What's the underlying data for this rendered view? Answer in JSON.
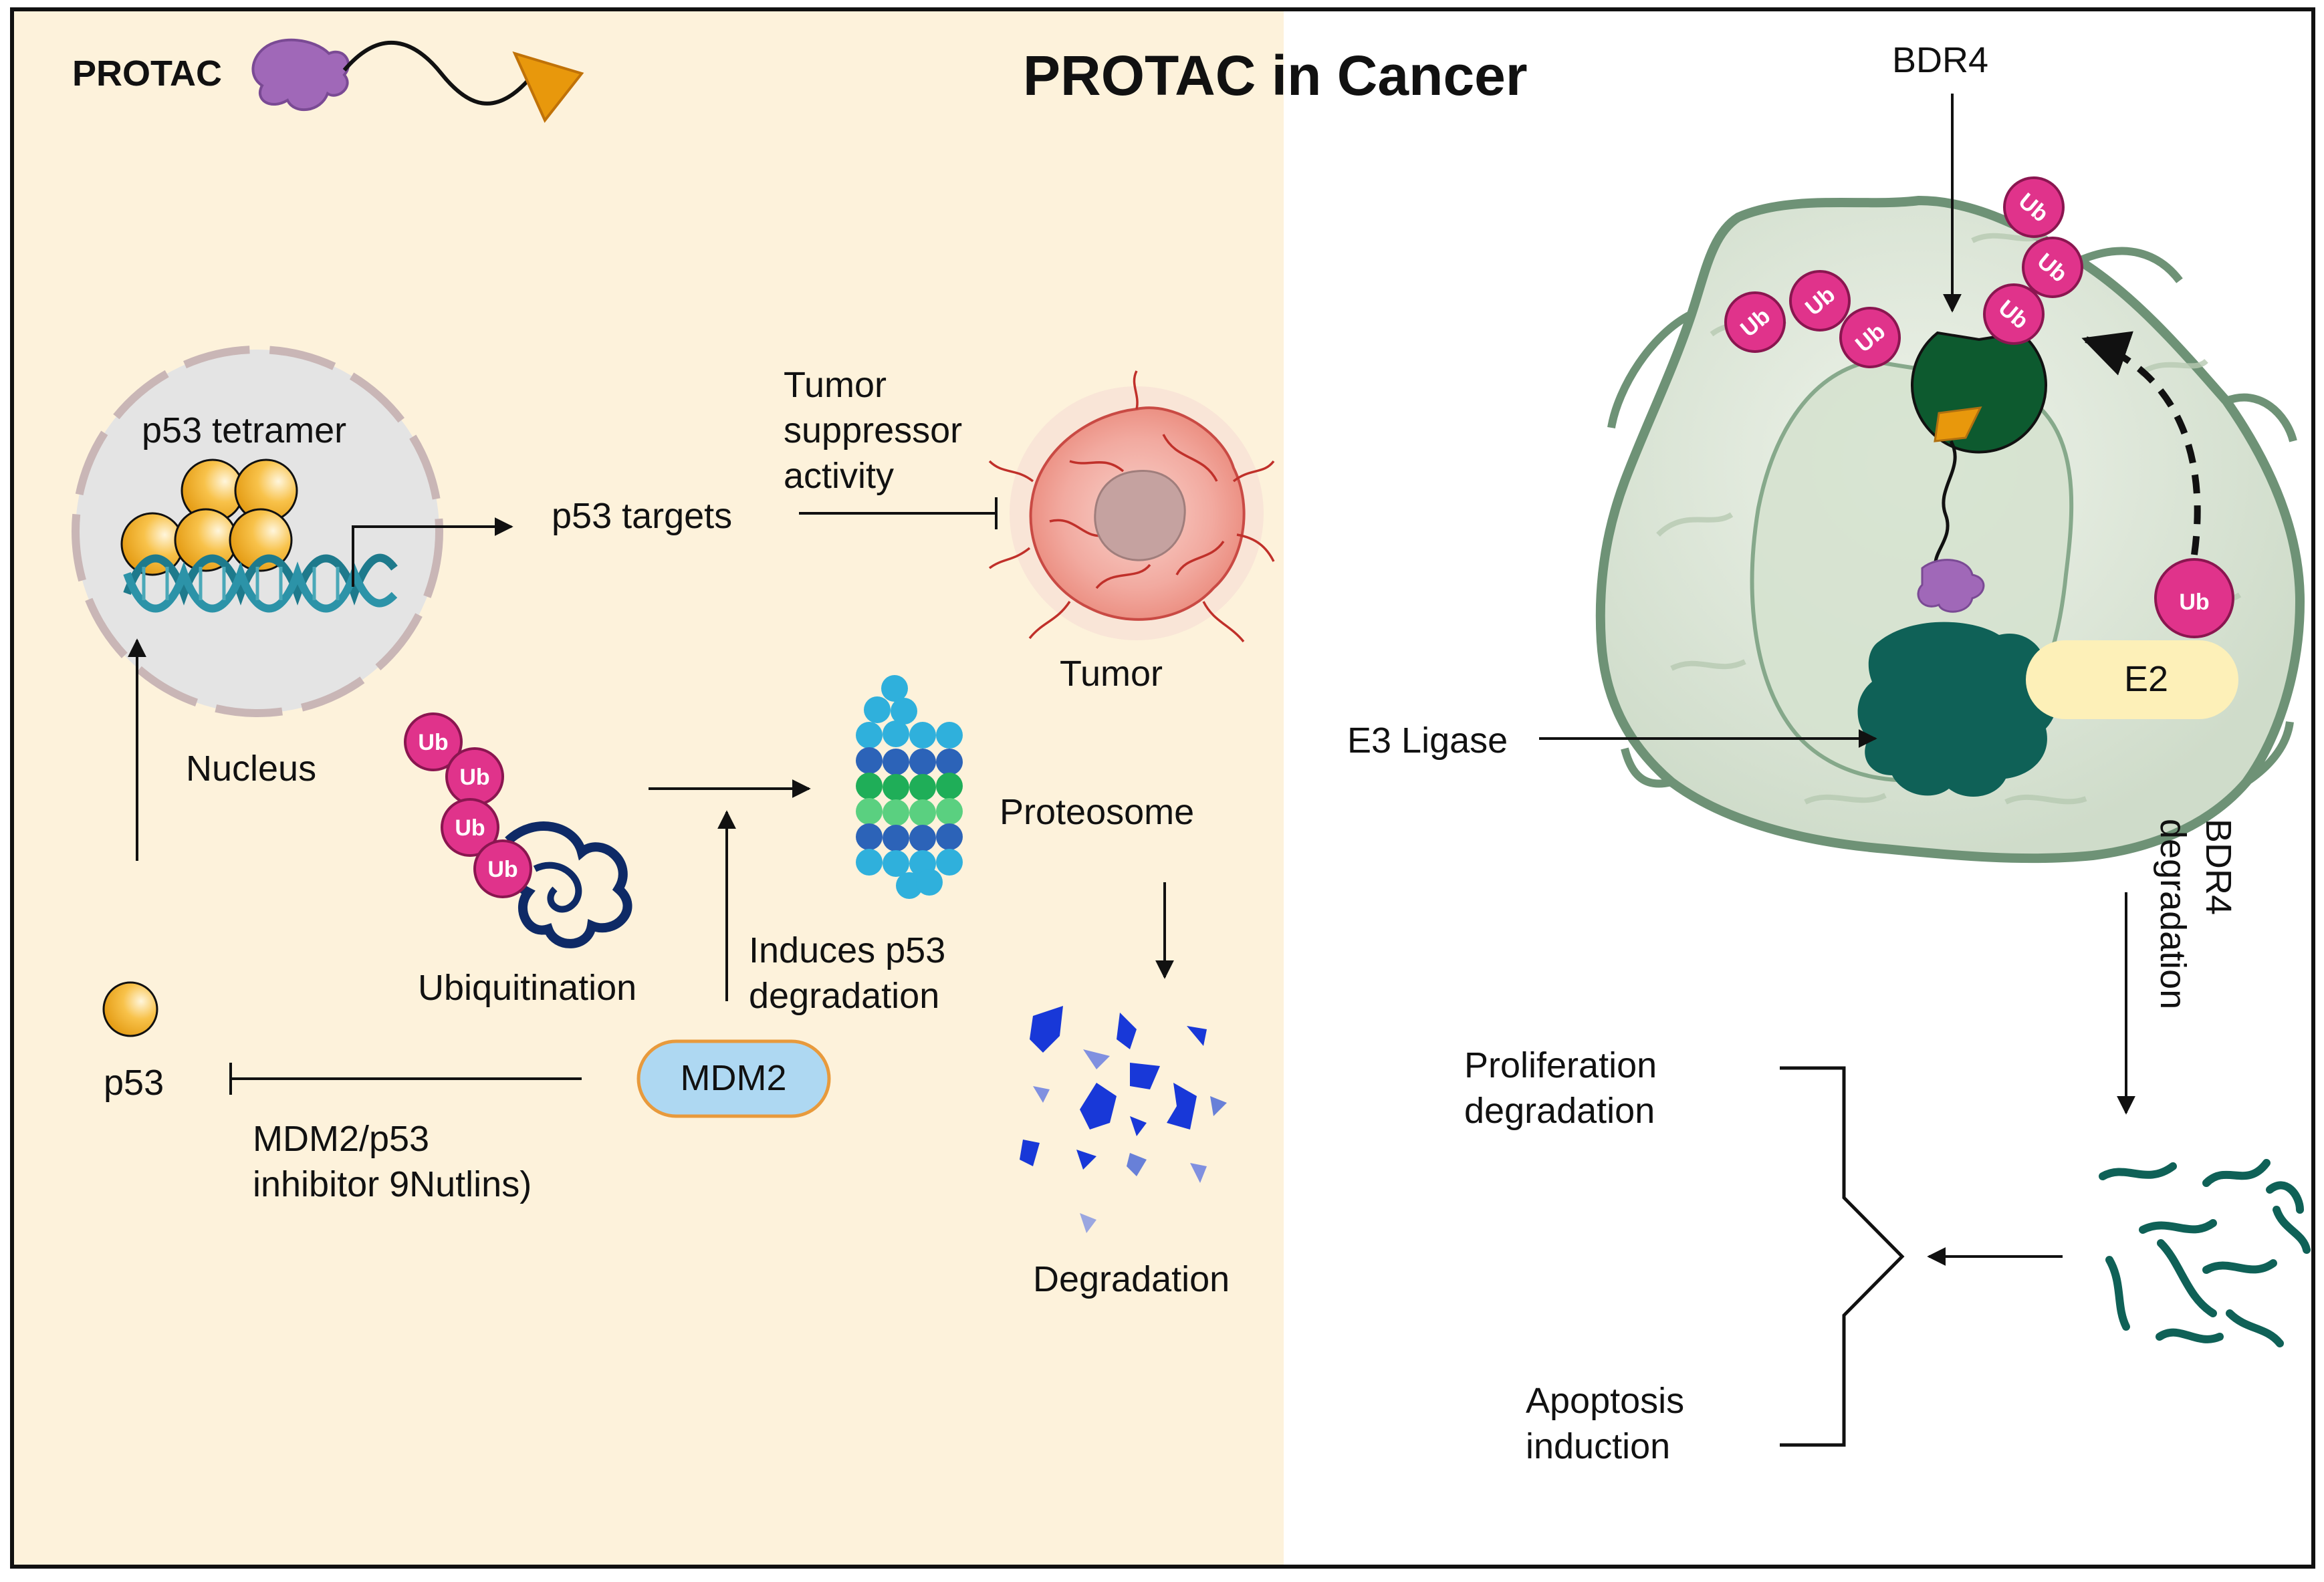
{
  "title": "PROTAC in Cancer",
  "legend": {
    "label": "PROTAC"
  },
  "colors": {
    "panel_bg": "#fdf3dc",
    "ub": "#e0338b",
    "p53": "#f5b436",
    "dna": "#1e7a8c",
    "mdm2_fill": "#aed8f2",
    "mdm2_border": "#e89a3c",
    "e3": "#0f6157",
    "e2": "#fdf0b8",
    "cell": "#dde6d6",
    "cell_border": "#6e9276",
    "tumor": "#f2a8a0",
    "fragments": "#1838d8",
    "protac_warhead": "#a068b8",
    "protac_ligand": "#e8980c"
  },
  "left": {
    "nucleus": "Nucleus",
    "p53_tetramer": "p53 tetramer",
    "p53_targets": "p53 targets",
    "tumor_suppressor": [
      "Tumor",
      "suppressor",
      "activity"
    ],
    "tumor": "Tumor",
    "ubiquitination": "Ubiquitination",
    "proteosome": "Proteosome",
    "induces": [
      "Induces p53",
      "degradation"
    ],
    "degradation": "Degradation",
    "p53": "p53",
    "mdm2": "MDM2",
    "inhibitor": [
      "MDM2/p53",
      "inhibitor 9Nutlins)"
    ],
    "ub_tag": "Ub"
  },
  "right": {
    "bdr4": "BDR4",
    "e3_ligase": "E3 Ligase",
    "e2": "E2",
    "ub_tag": "Ub",
    "bdr4_degradation": [
      "BDR4",
      "degradation"
    ],
    "proliferation": [
      "Proliferation",
      "degradation"
    ],
    "apoptosis": [
      "Apoptosis",
      "induction"
    ]
  }
}
